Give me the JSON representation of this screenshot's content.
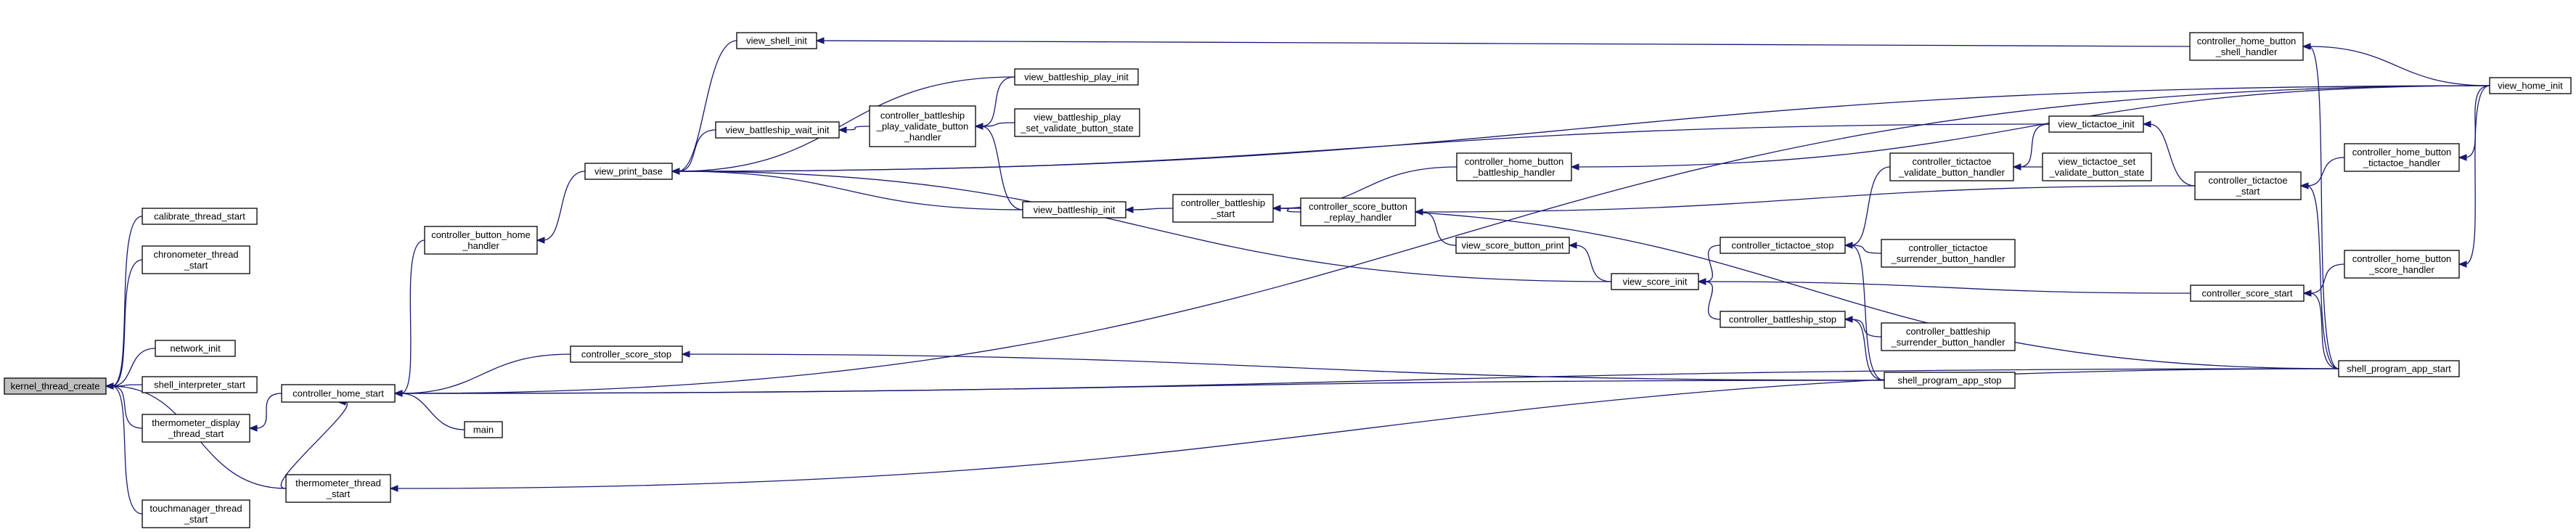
{
  "graph": {
    "root": "kernel_thread_create",
    "nodes": [
      {
        "id": "kernel_thread_create",
        "lines": [
          "kernel_thread_create"
        ]
      },
      {
        "id": "calibrate_thread_start",
        "lines": [
          "calibrate_thread_start"
        ]
      },
      {
        "id": "chronometer_thread_start",
        "lines": [
          "chronometer_thread",
          "_start"
        ]
      },
      {
        "id": "network_init",
        "lines": [
          "network_init"
        ]
      },
      {
        "id": "shell_interpreter_start",
        "lines": [
          "shell_interpreter_start"
        ]
      },
      {
        "id": "thermometer_display_thread_start",
        "lines": [
          "thermometer_display",
          "_thread_start"
        ]
      },
      {
        "id": "touchmanager_thread_start",
        "lines": [
          "touchmanager_thread",
          "_start"
        ]
      },
      {
        "id": "controller_home_start",
        "lines": [
          "controller_home_start"
        ]
      },
      {
        "id": "thermometer_thread_start",
        "lines": [
          "thermometer_thread",
          "_start"
        ]
      },
      {
        "id": "controller_button_home_handler",
        "lines": [
          "controller_button_home",
          "_handler"
        ]
      },
      {
        "id": "main",
        "lines": [
          "main"
        ]
      },
      {
        "id": "controller_score_stop",
        "lines": [
          "controller_score_stop"
        ]
      },
      {
        "id": "view_print_base",
        "lines": [
          "view_print_base"
        ]
      },
      {
        "id": "view_shell_init",
        "lines": [
          "view_shell_init"
        ]
      },
      {
        "id": "view_battleship_wait_init",
        "lines": [
          "view_battleship_wait_init"
        ]
      },
      {
        "id": "controller_battleship_play_validate_button_handler",
        "lines": [
          "controller_battleship",
          "_play_validate_button",
          "_handler"
        ]
      },
      {
        "id": "view_battleship_play_init",
        "lines": [
          "view_battleship_play_init"
        ]
      },
      {
        "id": "view_battleship_play_set_validate_button_state",
        "lines": [
          "view_battleship_play",
          "_set_validate_button_state"
        ]
      },
      {
        "id": "view_battleship_init",
        "lines": [
          "view_battleship_init"
        ]
      },
      {
        "id": "controller_battleship_start",
        "lines": [
          "controller_battleship",
          "_start"
        ]
      },
      {
        "id": "controller_home_button_battleship_handler",
        "lines": [
          "controller_home_button",
          "_battleship_handler"
        ]
      },
      {
        "id": "controller_score_button_replay_handler",
        "lines": [
          "controller_score_button",
          "_replay_handler"
        ]
      },
      {
        "id": "view_score_button_print",
        "lines": [
          "view_score_button_print"
        ]
      },
      {
        "id": "view_score_init",
        "lines": [
          "view_score_init"
        ]
      },
      {
        "id": "controller_tictactoe_stop",
        "lines": [
          "controller_tictactoe_stop"
        ]
      },
      {
        "id": "controller_battleship_stop",
        "lines": [
          "controller_battleship_stop"
        ]
      },
      {
        "id": "controller_tictactoe_surrender_button_handler",
        "lines": [
          "controller_tictactoe",
          "_surrender_button_handler"
        ]
      },
      {
        "id": "controller_battleship_surrender_button_handler",
        "lines": [
          "controller_battleship",
          "_surrender_button_handler"
        ]
      },
      {
        "id": "shell_program_app_stop",
        "lines": [
          "shell_program_app_stop"
        ]
      },
      {
        "id": "controller_tictactoe_validate_button_handler",
        "lines": [
          "controller_tictactoe",
          "_validate_button_handler"
        ]
      },
      {
        "id": "view_tictactoe_set_validate_button_state",
        "lines": [
          "view_tictactoe_set",
          "_validate_button_state"
        ]
      },
      {
        "id": "view_tictactoe_init",
        "lines": [
          "view_tictactoe_init"
        ]
      },
      {
        "id": "controller_tictactoe_start",
        "lines": [
          "controller_tictactoe",
          "_start"
        ]
      },
      {
        "id": "controller_score_start",
        "lines": [
          "controller_score_start"
        ]
      },
      {
        "id": "controller_home_button_shell_handler",
        "lines": [
          "controller_home_button",
          "_shell_handler"
        ]
      },
      {
        "id": "controller_home_button_tictactoe_handler",
        "lines": [
          "controller_home_button",
          "_tictactoe_handler"
        ]
      },
      {
        "id": "controller_home_button_score_handler",
        "lines": [
          "controller_home_button",
          "_score_handler"
        ]
      },
      {
        "id": "shell_program_app_start",
        "lines": [
          "shell_program_app_start"
        ]
      },
      {
        "id": "view_home_init",
        "lines": [
          "view_home_init"
        ]
      }
    ],
    "edges": [
      {
        "from": "calibrate_thread_start",
        "to": "kernel_thread_create"
      },
      {
        "from": "chronometer_thread_start",
        "to": "kernel_thread_create"
      },
      {
        "from": "network_init",
        "to": "kernel_thread_create"
      },
      {
        "from": "shell_interpreter_start",
        "to": "kernel_thread_create"
      },
      {
        "from": "thermometer_display_thread_start",
        "to": "kernel_thread_create"
      },
      {
        "from": "touchmanager_thread_start",
        "to": "kernel_thread_create"
      },
      {
        "from": "thermometer_thread_start",
        "to": "kernel_thread_create"
      },
      {
        "from": "controller_home_start",
        "to": "thermometer_display_thread_start"
      },
      {
        "from": "thermometer_thread_start",
        "to": "controller_home_start"
      },
      {
        "from": "controller_button_home_handler",
        "to": "controller_home_start"
      },
      {
        "from": "main",
        "to": "controller_home_start"
      },
      {
        "from": "controller_score_stop",
        "to": "controller_home_start"
      },
      {
        "from": "shell_program_app_stop",
        "to": "controller_home_start"
      },
      {
        "from": "shell_program_app_start",
        "to": "controller_home_start"
      },
      {
        "from": "view_home_init",
        "to": "controller_home_start"
      },
      {
        "from": "shell_program_app_start",
        "to": "thermometer_thread_start"
      },
      {
        "from": "view_print_base",
        "to": "controller_button_home_handler"
      },
      {
        "from": "shell_program_app_stop",
        "to": "controller_score_stop"
      },
      {
        "from": "view_shell_init",
        "to": "view_print_base"
      },
      {
        "from": "view_battleship_play_init",
        "to": "view_print_base"
      },
      {
        "from": "view_battleship_wait_init",
        "to": "view_print_base"
      },
      {
        "from": "view_tictactoe_init",
        "to": "view_print_base"
      },
      {
        "from": "view_battleship_init",
        "to": "view_print_base"
      },
      {
        "from": "view_score_init",
        "to": "view_print_base"
      },
      {
        "from": "view_home_init",
        "to": "view_print_base"
      },
      {
        "from": "controller_home_button_shell_handler",
        "to": "view_shell_init"
      },
      {
        "from": "controller_battleship_play_validate_button_handler",
        "to": "view_battleship_wait_init"
      },
      {
        "from": "view_battleship_play_init",
        "to": "controller_battleship_play_validate_button_handler"
      },
      {
        "from": "view_battleship_play_set_validate_button_state",
        "to": "controller_battleship_play_validate_button_handler"
      },
      {
        "from": "view_battleship_init",
        "to": "controller_battleship_play_validate_button_handler"
      },
      {
        "from": "controller_battleship_start",
        "to": "view_battleship_init"
      },
      {
        "from": "controller_home_button_battleship_handler",
        "to": "controller_battleship_start"
      },
      {
        "from": "controller_score_button_replay_handler",
        "to": "controller_battleship_start"
      },
      {
        "from": "shell_program_app_start",
        "to": "controller_battleship_start"
      },
      {
        "from": "view_home_init",
        "to": "controller_home_button_battleship_handler"
      },
      {
        "from": "view_score_button_print",
        "to": "controller_score_button_replay_handler"
      },
      {
        "from": "controller_tictactoe_start",
        "to": "controller_score_button_replay_handler"
      },
      {
        "from": "view_score_init",
        "to": "view_score_button_print"
      },
      {
        "from": "controller_tictactoe_stop",
        "to": "view_score_init"
      },
      {
        "from": "controller_battleship_stop",
        "to": "view_score_init"
      },
      {
        "from": "controller_score_start",
        "to": "view_score_init"
      },
      {
        "from": "controller_tictactoe_validate_button_handler",
        "to": "controller_tictactoe_stop"
      },
      {
        "from": "controller_tictactoe_surrender_button_handler",
        "to": "controller_tictactoe_stop"
      },
      {
        "from": "shell_program_app_stop",
        "to": "controller_tictactoe_stop"
      },
      {
        "from": "controller_battleship_surrender_button_handler",
        "to": "controller_battleship_stop"
      },
      {
        "from": "shell_program_app_stop",
        "to": "controller_battleship_stop"
      },
      {
        "from": "view_tictactoe_init",
        "to": "controller_tictactoe_validate_button_handler"
      },
      {
        "from": "view_tictactoe_set_validate_button_state",
        "to": "controller_tictactoe_validate_button_handler"
      },
      {
        "from": "controller_tictactoe_start",
        "to": "view_tictactoe_init"
      },
      {
        "from": "controller_home_button_tictactoe_handler",
        "to": "controller_tictactoe_start"
      },
      {
        "from": "shell_program_app_start",
        "to": "controller_tictactoe_start"
      },
      {
        "from": "controller_home_button_score_handler",
        "to": "controller_score_start"
      },
      {
        "from": "shell_program_app_start",
        "to": "controller_score_start"
      },
      {
        "from": "view_home_init",
        "to": "controller_home_button_shell_handler"
      },
      {
        "from": "shell_program_app_start",
        "to": "controller_home_button_shell_handler"
      },
      {
        "from": "view_home_init",
        "to": "controller_home_button_tictactoe_handler"
      },
      {
        "from": "view_home_init",
        "to": "controller_home_button_score_handler"
      }
    ]
  },
  "colors": {
    "edge": "#191970",
    "node_border": "#000000",
    "node_fill": "#ffffff",
    "root_fill": "#bfbfbf",
    "background": "#ffffff"
  }
}
